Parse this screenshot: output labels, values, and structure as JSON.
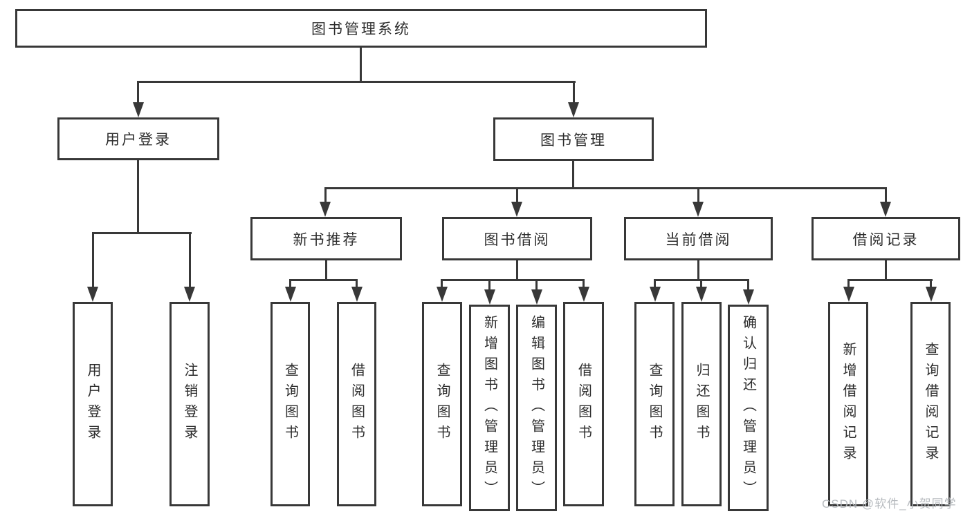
{
  "tree": {
    "root": {
      "label": "图书管理系统"
    },
    "branches": [
      {
        "label": "用户登录",
        "children": [
          {
            "label": "用户登录"
          },
          {
            "label": "注销登录"
          }
        ]
      },
      {
        "label": "图书管理",
        "children": [
          {
            "label": "新书推荐",
            "children": [
              {
                "label": "查询图书"
              },
              {
                "label": "借阅图书"
              }
            ]
          },
          {
            "label": "图书借阅",
            "children": [
              {
                "label": "查询图书"
              },
              {
                "label": "新增图书（管理员）"
              },
              {
                "label": "编辑图书（管理员）"
              },
              {
                "label": "借阅图书"
              }
            ]
          },
          {
            "label": "当前借阅",
            "children": [
              {
                "label": "查询图书"
              },
              {
                "label": "归还图书"
              },
              {
                "label": "确认归还（管理员）"
              }
            ]
          },
          {
            "label": "借阅记录",
            "children": [
              {
                "label": "新增借阅记录"
              },
              {
                "label": "查询借阅记录"
              }
            ]
          }
        ]
      }
    ]
  },
  "watermark": {
    "text": "CSDN @软件_小贺同学"
  },
  "colors": {
    "line": "#383838",
    "text": "#2d2d2d",
    "watermark": "#b6babe",
    "background": "#ffffff"
  }
}
